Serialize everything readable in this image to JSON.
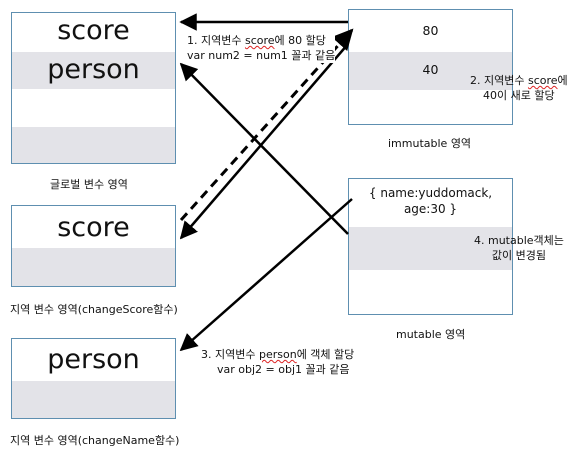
{
  "global_area": {
    "label": "글로벌 변수 영역",
    "rows": [
      "score",
      "person"
    ]
  },
  "change_score_area": {
    "label": "지역 변수 영역(changeScore함수)",
    "row": "score"
  },
  "change_name_area": {
    "label": "지역 변수 영역(changeName함수)",
    "row": "person"
  },
  "immutable_area": {
    "label": "immutable 영역",
    "values": [
      "80",
      "40"
    ]
  },
  "mutable_area": {
    "label": "mutable 영역",
    "object_line1": "{ name:yuddomack,",
    "object_line2": "age:30 }"
  },
  "notes": {
    "note1": {
      "pre": "1. 지역변수 ",
      "mark": "score",
      "post": "에 80 할당",
      "line2": "var num2 = num1 꼴과 같음"
    },
    "note2": {
      "pre": "2. 지역변수 ",
      "mark": "score",
      "post": "에",
      "line2": "40이 새로 할당"
    },
    "note3": {
      "pre": "3. 지역변수 ",
      "mark": "person",
      "post": "에 객체 할당",
      "line2": "var obj2 = obj1 꼴과 같음"
    },
    "note4": {
      "line1": "4. mutable객체는",
      "line2": "값이 변경됨"
    }
  }
}
